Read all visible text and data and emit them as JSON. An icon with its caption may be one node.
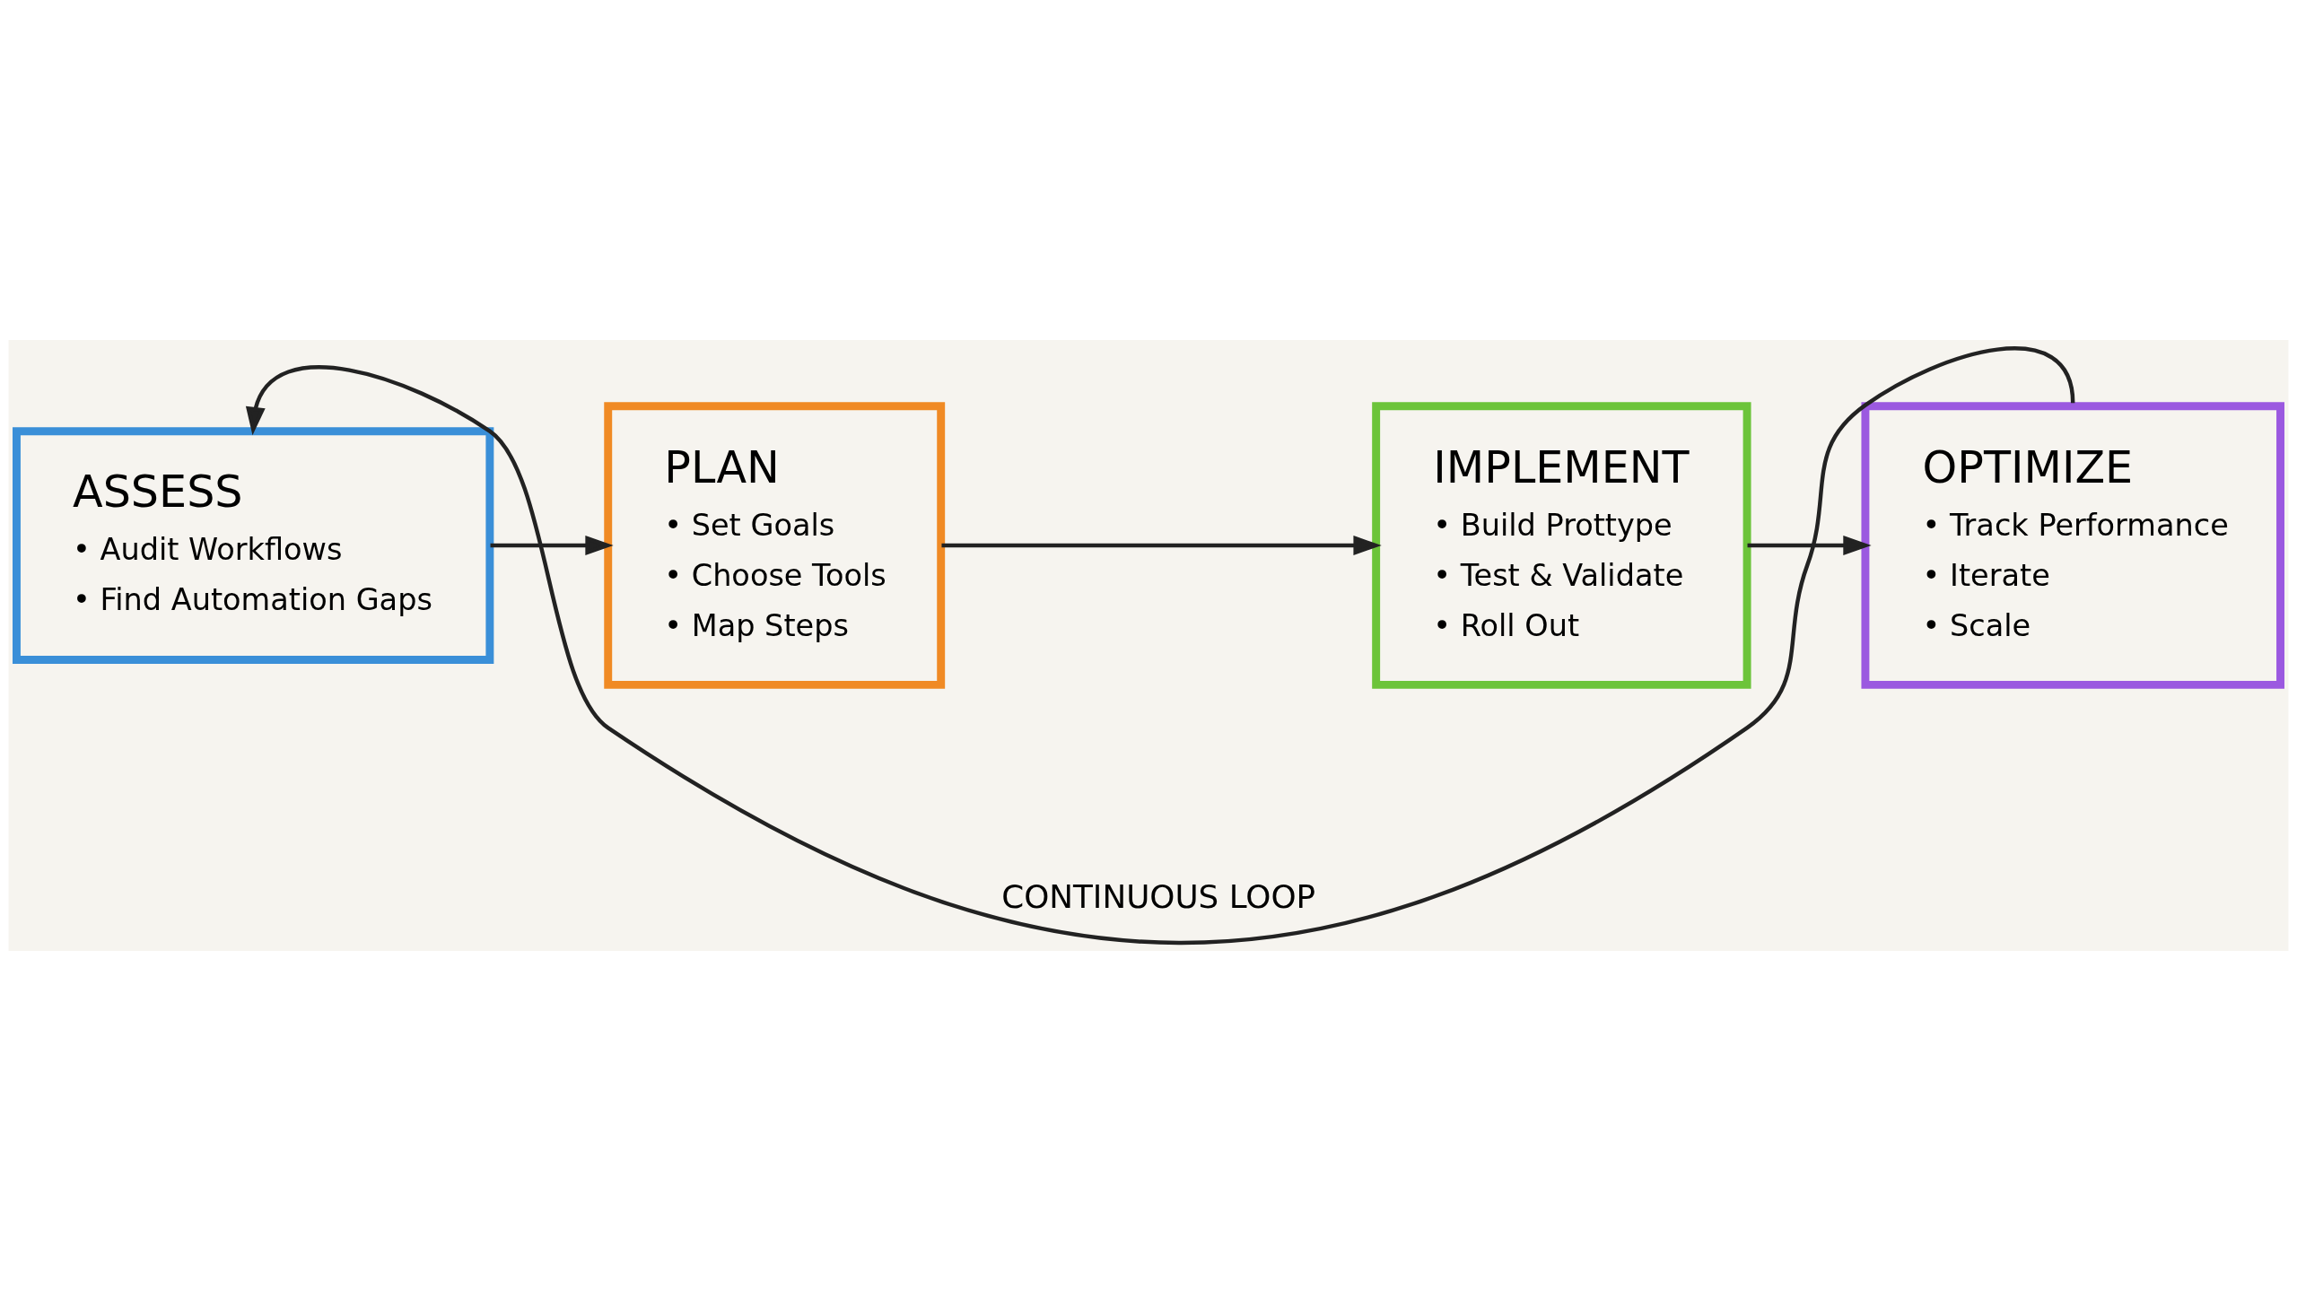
{
  "diagram": {
    "nodes": [
      {
        "text": [
          "ASSESS",
          "• Audit Workflows",
          "• Find Automation Gaps"
        ]
      },
      {
        "text": [
          "PLAN",
          "• Set Goals",
          "• Choose Tools",
          "• Map Steps"
        ]
      },
      {
        "text": [
          "IMPLEMENT",
          "• Build Prottype",
          "• Test & Validate",
          "• Roll Out"
        ]
      },
      {
        "text": [
          "OPTIMIZE",
          "• Track Performance",
          "• Iterate",
          "• Scale"
        ]
      }
    ],
    "edges": [
      {
        "from": 0,
        "to": 1,
        "arrow": "to"
      },
      {
        "from": 1,
        "to": 2,
        "arrow": "to"
      },
      {
        "from": 2,
        "to": 3,
        "arrow": "to"
      },
      {
        "from": 3,
        "to": 0,
        "arrow": "to",
        "label": "CONTINUOUS LOOP"
      }
    ]
  }
}
